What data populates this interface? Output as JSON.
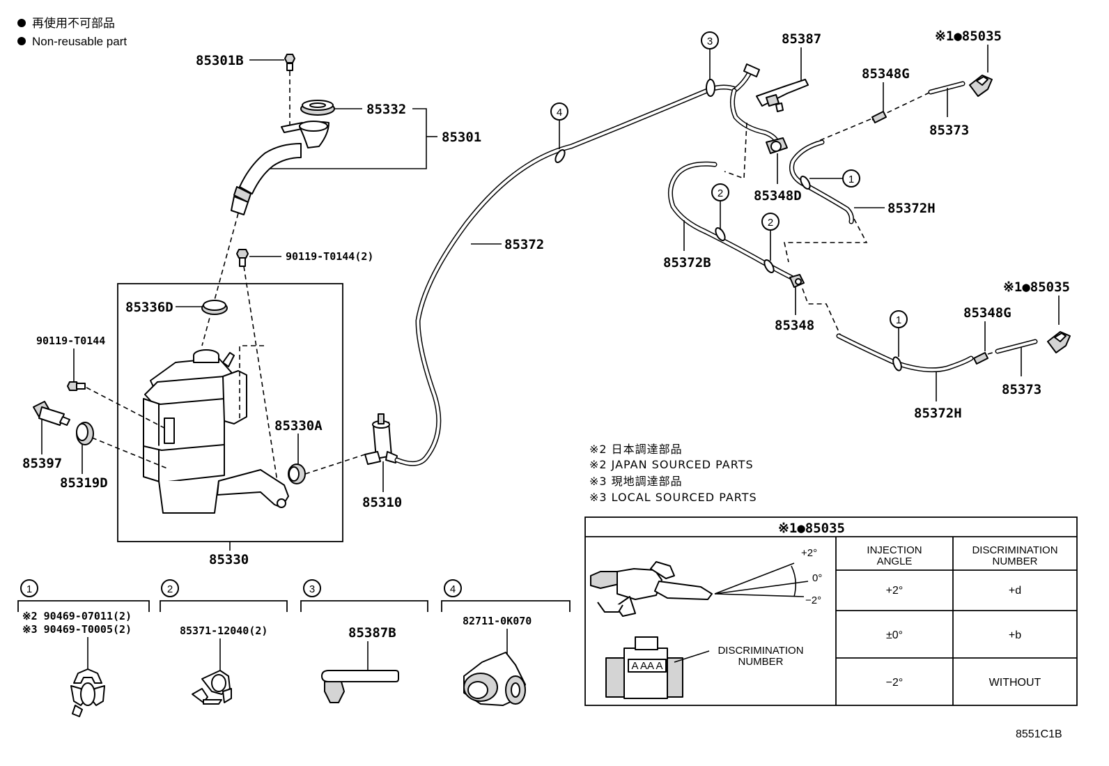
{
  "legend": {
    "jp": "再使用不可部品",
    "en": "Non-reusable part"
  },
  "parts": {
    "p85301B": "85301B",
    "p85332": "85332",
    "p85301": "85301",
    "p90119_T0144_2": "90119-T0144(2)",
    "p85336D": "85336D",
    "p90119_T0144": "90119-T0144",
    "p85397": "85397",
    "p85319D": "85319D",
    "p85330A": "85330A",
    "p85330": "85330",
    "p85310": "85310",
    "p85372": "85372",
    "p85387": "85387",
    "p85348D": "85348D",
    "p85348G_top": "85348G",
    "p85373_top": "85373",
    "p85035_top": "※1●85035",
    "p85372H_top": "85372H",
    "p85372B": "85372B",
    "p85348": "85348",
    "p85035_bottom": "※1●85035",
    "p85348G_bottom": "85348G",
    "p85373_bottom": "85373",
    "p85372H_bottom": "85372H"
  },
  "callouts": {
    "c1": "1",
    "c2": "2",
    "c3": "3",
    "c4": "4"
  },
  "notes": {
    "n1": "※2 日本調達部品",
    "n2": "※2 JAPAN SOURCED PARTS",
    "n3": "※3 現地調達部品",
    "n4": "※3 LOCAL SOURCED PARTS"
  },
  "clips": {
    "g1_line1": "※2 90469-07011(2)",
    "g1_line2": "※3 90469-T0005(2)",
    "g2": "85371-12040(2)",
    "g3": "85387B",
    "g4": "82711-0K070"
  },
  "table": {
    "title": "※1●85035",
    "col1": [
      "INJECTION",
      "ANGLE"
    ],
    "col2": [
      "DISCRIMINATION",
      "NUMBER"
    ],
    "rows": [
      {
        "angle": "+2°",
        "number": "+d"
      },
      {
        "angle": "±0°",
        "number": "+b"
      },
      {
        "angle": "−2°",
        "number": "WITHOUT"
      }
    ],
    "angle_labels": [
      "+2°",
      "0°",
      "−2°"
    ],
    "disc_label": [
      "DISCRIMINATION",
      "NUMBER"
    ],
    "nozzle_mark": "A AA A"
  },
  "figure_code": "8551C1B"
}
